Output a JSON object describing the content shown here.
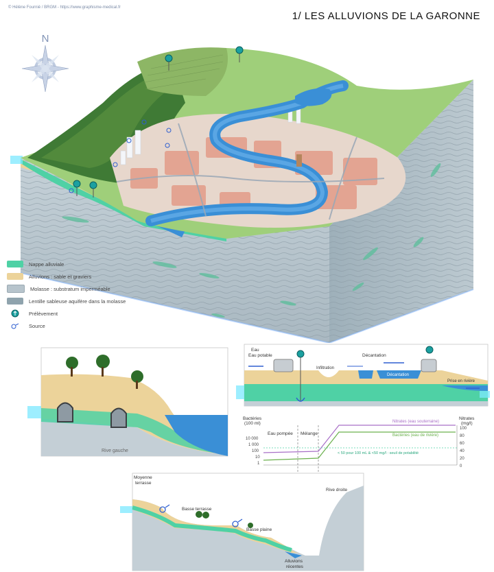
{
  "credit": "© Hélène Fournié / BRGM - https://www.graphisme-medical.fr",
  "title": "1/ LES ALLUVIONS DE LA GARONNE",
  "compass": {
    "north": "N"
  },
  "legend": [
    {
      "label": "Nappe alluviale",
      "color": "#4fd1a5"
    },
    {
      "label": "Alluvions : sable et graviers",
      "color": "#ecd39a"
    },
    {
      "label": "Molasse : substratum imperméable",
      "color": "#b7c4cc"
    },
    {
      "label": "Lentille sableuse aquifère dans la molasse",
      "color": "#8fa3ad"
    },
    {
      "label": "Prélèvement",
      "icon": "well-icon"
    },
    {
      "label": "Source",
      "icon": "spring-icon"
    }
  ],
  "panel_left": {
    "label": "Rive gauche"
  },
  "panel_right": {
    "labels": {
      "eau_potable": "Eau potable",
      "decantation_top": "Décantation",
      "infiltration": "Infiltration",
      "decantation_basin": "Décantation",
      "prise": "Prise en rivière",
      "eau_pompee": "Eau pompée",
      "melange": "Mélange",
      "nitrates_souterraine": "Nitrates (eau souterraine)",
      "bacteries_riviere": "Bactéries (eau de rivière)",
      "seuil": "< 50 pour 100 mL   &   <50 mg/l : seuil de potabilité"
    },
    "y_left_label_1": "Bactéries",
    "y_left_label_2": "(100 ml)",
    "y_right_label_1": "Nitrates",
    "y_right_label_2": "(mg/l)",
    "y_left_ticks": [
      "10 000",
      "1 000",
      "100",
      "10",
      "1"
    ],
    "y_right_ticks": [
      "100",
      "80",
      "60",
      "40",
      "20",
      "0"
    ]
  },
  "panel_bottom": {
    "moyenne_terrasse_1": "Moyenne",
    "moyenne_terrasse_2": "terrasse",
    "basse_terrasse": "Basse terrasse",
    "basse_plaine": "Basse plaine",
    "alluvions_recentes_1": "Alluvions",
    "alluvions_recentes_2": "récentes",
    "rive_droite": "Rive droite"
  },
  "colors": {
    "water": "#3a8fd6",
    "nappe": "#4fd1a5",
    "alluvions": "#ecd39a",
    "molasse": "#b7c4cc",
    "grass": "#9fcf7a",
    "nitrates": "#a86fc7",
    "bacteria": "#6ab04c"
  }
}
